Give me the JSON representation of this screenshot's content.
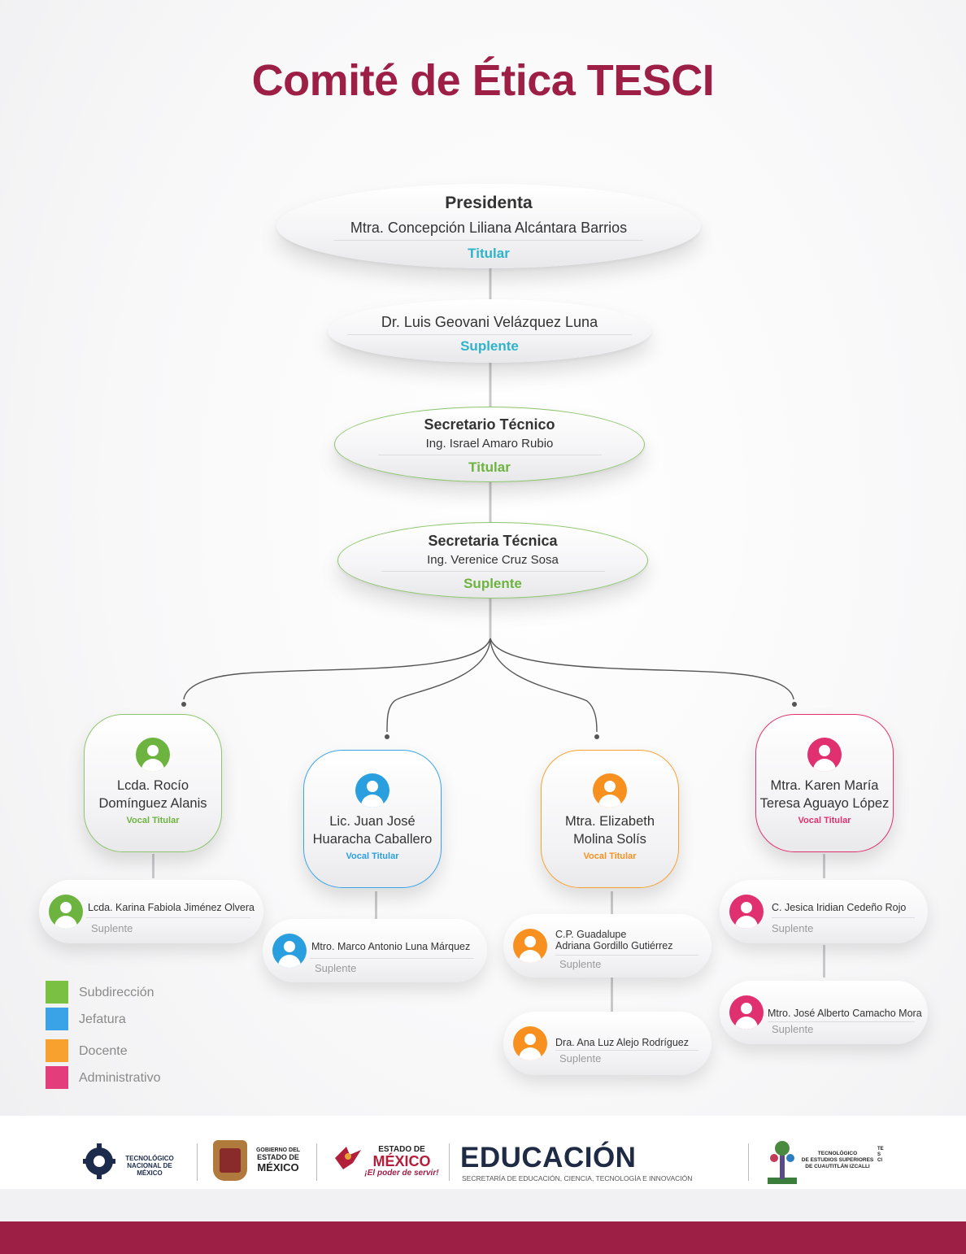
{
  "title": "Comité de Ética TESCI",
  "presidenta": {
    "heading": "Presidenta",
    "name": "Mtra. Concepción Liliana Alcántara Barrios",
    "role": "Titular",
    "suplente_name": "Dr. Luis Geovani Velázquez Luna",
    "suplente_role": "Suplente"
  },
  "secretario": {
    "heading": "Secretario Técnico",
    "name": "Ing. Israel Amaro Rubio",
    "role": "Titular"
  },
  "secretaria": {
    "heading": "Secretaria Técnica",
    "name": "Ing. Verenice Cruz Sosa",
    "role": "Suplente"
  },
  "vocales": [
    {
      "name_line1": "Lcda. Rocío",
      "name_line2": "Domínguez Alanis",
      "role": "Vocal Titular",
      "color": "#6cb33f",
      "suplentes": [
        {
          "name": "Lcda. Karina Fabiola Jiménez Olvera",
          "role": "Suplente"
        }
      ]
    },
    {
      "name_line1": "Lic. Juan José",
      "name_line2": "Huaracha Caballero",
      "role": "Vocal Titular",
      "color": "#2a9fe0",
      "suplentes": [
        {
          "name": "Mtro. Marco Antonio Luna Márquez",
          "role": "Suplente"
        }
      ]
    },
    {
      "name_line1": "Mtra. Elizabeth",
      "name_line2": "Molina Solís",
      "role": "Vocal Titular",
      "color": "#f7901e",
      "suplentes": [
        {
          "name_line1": "C.P. Guadalupe",
          "name_line2": "Adriana Gordillo Gutiérrez",
          "role": "Suplente"
        },
        {
          "name": "Dra. Ana Luz Alejo Rodríguez",
          "role": "Suplente"
        }
      ]
    },
    {
      "name_line1": "Mtra. Karen María",
      "name_line2": "Teresa Aguayo López",
      "role": "Vocal Titular",
      "color": "#e0306f",
      "suplentes": [
        {
          "name": "C. Jesica Iridian Cedeño Rojo",
          "role": "Suplente"
        },
        {
          "name": "Mtro. José Alberto Camacho Mora",
          "role": "Suplente"
        }
      ]
    }
  ],
  "legend": [
    {
      "label": "Subdirección",
      "color": "#7ac143"
    },
    {
      "label": "Jefatura",
      "color": "#3aa3e8"
    },
    {
      "label": "Docente",
      "color": "#f9a12e"
    },
    {
      "label": "Administrativo",
      "color": "#e33d7b"
    }
  ],
  "footer": {
    "tecnm_line1": "TECNOLÓGICO",
    "tecnm_line2": "NACIONAL DE MÉXICO",
    "gob_line1": "GOBIERNO DEL",
    "gob_line2": "ESTADO DE",
    "gob_line3": "MÉXICO",
    "edomex_line1": "ESTADO DE",
    "edomex_line2": "MÉXICO",
    "edomex_slogan": "¡El poder de servir!",
    "educacion": "EDUCACIÓN",
    "educacion_sub": "SECRETARÍA DE EDUCACIÓN, CIENCIA, TECNOLOGÍA E INNOVACIÓN",
    "tesci_line1": "TECNOLÓGICO",
    "tesci_line2": "DE ESTUDIOS SUPERIORES",
    "tesci_line3": "DE CUAUTITLÁN IZCALLI",
    "tesci_vertical": "TESCI"
  }
}
